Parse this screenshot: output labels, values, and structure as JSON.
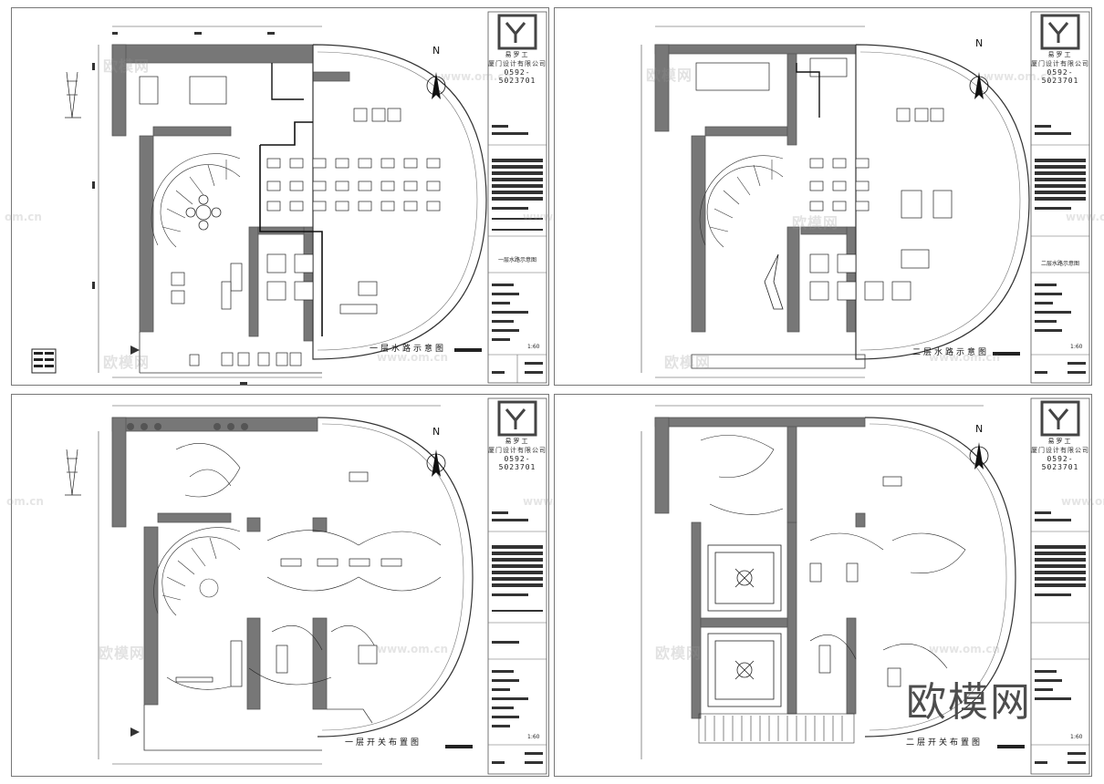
{
  "company": {
    "signature": "易罗工",
    "name": "厦门设计有限公司",
    "phone": "0592-5023701"
  },
  "north_label": "N",
  "watermark": {
    "brand": "欧模网",
    "url": "www.om.cn",
    "url_short": "om.cn"
  },
  "sheets": [
    {
      "caption": "一层水路示意图",
      "side_name": "一层水路示意图",
      "scale": "1:60"
    },
    {
      "caption": "二层水路示意图",
      "side_name": "二层水路示意图",
      "scale": "1:60"
    },
    {
      "caption": "一层开关布置图",
      "side_name": "",
      "scale": "1:60"
    },
    {
      "caption": "二层开关布置图",
      "side_name": "",
      "scale": "1:60"
    }
  ]
}
